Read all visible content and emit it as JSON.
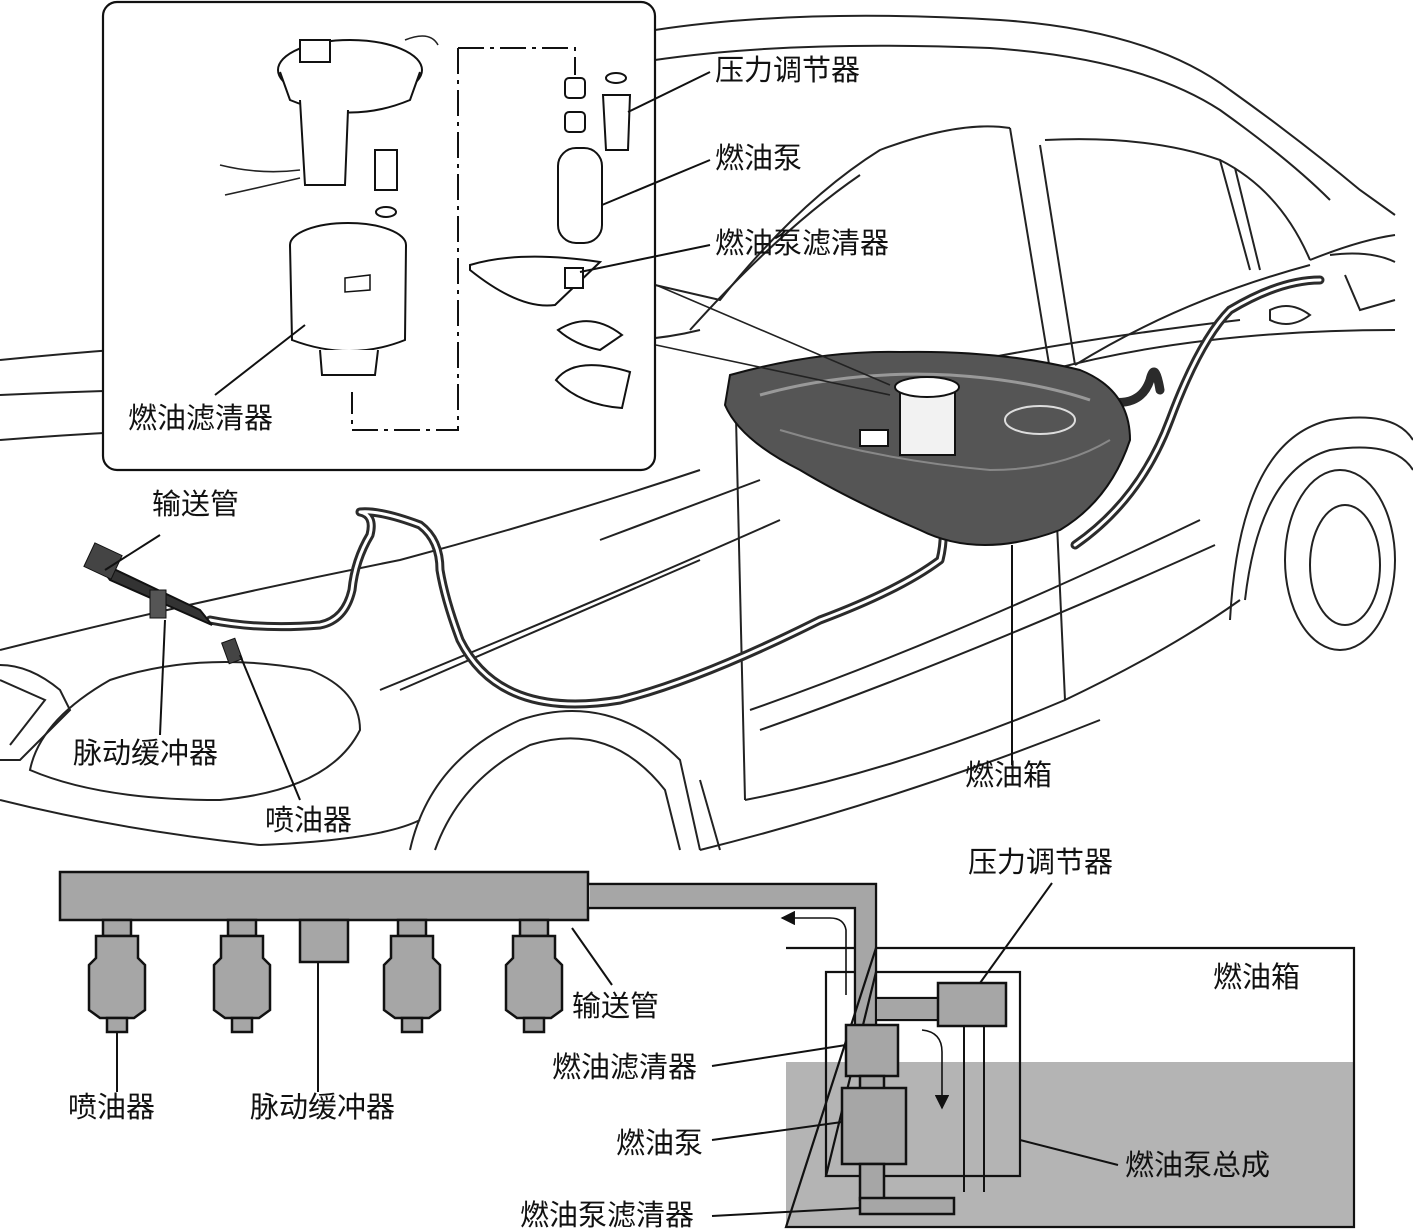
{
  "top": {
    "inset": {
      "pressure_regulator": "压力调节器",
      "fuel_pump": "燃油泵",
      "pump_strainer": "燃油泵滤清器",
      "fuel_filter": "燃油滤清器"
    },
    "delivery_pipe": "输送管",
    "pulsation_damper": "脉动缓冲器",
    "injector": "喷油器",
    "fuel_tank": "燃油箱"
  },
  "schematic": {
    "pressure_regulator": "压力调节器",
    "fuel_tank": "燃油箱",
    "delivery_pipe": "输送管",
    "fuel_filter": "燃油滤清器",
    "fuel_pump": "燃油泵",
    "pump_assembly": "燃油泵总成",
    "pump_strainer": "燃油泵滤清器",
    "injector": "喷油器",
    "pulsation_damper": "脉动缓冲器"
  }
}
